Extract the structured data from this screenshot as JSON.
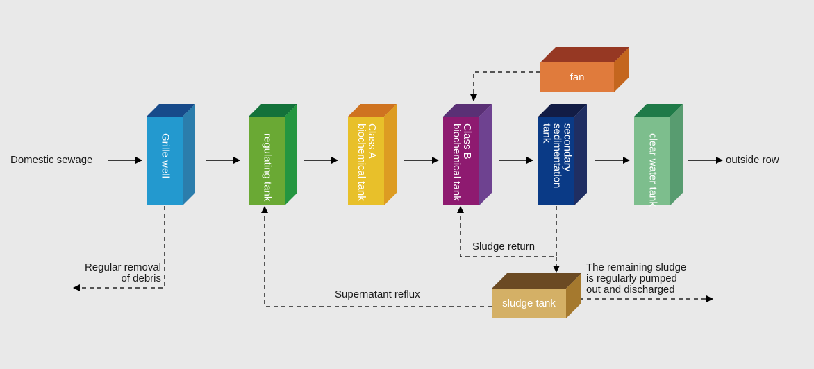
{
  "input_label": "Domestic sewage",
  "output_label": "outside row",
  "tanks": [
    {
      "id": "grille-well",
      "label": "Grille well",
      "front": "#2399cf",
      "top": "#174a8a",
      "side": "#2b7dac"
    },
    {
      "id": "regulating-tank",
      "label": "regulating tank",
      "front": "#6aa934",
      "top": "#13723a",
      "side": "#249640"
    },
    {
      "id": "class-a",
      "label": "Class A\nbiochemical tank",
      "front": "#e8c02a",
      "top": "#cf7320",
      "side": "#dd9c22"
    },
    {
      "id": "class-b",
      "label": "Class B\nbiochemical tank",
      "front": "#8e1a70",
      "top": "#5a3075",
      "side": "#6e4290"
    },
    {
      "id": "secondary-sedimentation",
      "label": "secondary\nsedimentation\ntank",
      "front": "#0a3a86",
      "top": "#121c45",
      "side": "#1f2e62"
    },
    {
      "id": "clear-water",
      "label": "clear water tank",
      "front": "#7dbe8d",
      "top": "#1f7a48",
      "side": "#589c70"
    }
  ],
  "fan": {
    "label": "fan",
    "front": "#e07b3c",
    "top": "#963823",
    "side": "#c4661e"
  },
  "sludge_tank": {
    "label": "sludge tank",
    "front": "#d4b066",
    "top": "#6b4a23",
    "side": "#a5792e"
  },
  "annotations": {
    "debris": "Regular removal\nof debris",
    "sludge_return": "Sludge return",
    "supernatant": "Supernatant reflux",
    "remaining": "The remaining sludge\nis regularly pumped\nout and discharged"
  }
}
